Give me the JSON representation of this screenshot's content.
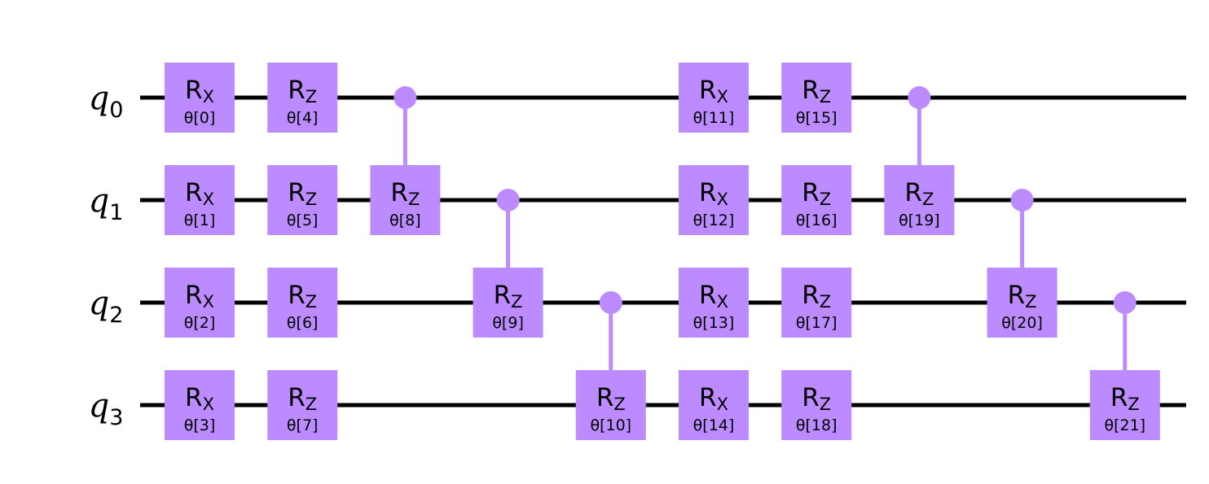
{
  "colors": {
    "gate_fill": "#bb8bff",
    "wire": "#000000",
    "text": "#000000"
  },
  "qubits": [
    {
      "symbol": "q",
      "index": "0"
    },
    {
      "symbol": "q",
      "index": "1"
    },
    {
      "symbol": "q",
      "index": "2"
    },
    {
      "symbol": "q",
      "index": "3"
    }
  ],
  "gates": [
    {
      "type": "rx",
      "name": "R",
      "sub": "X",
      "param": "θ[0]",
      "qubit": 0,
      "column": 0
    },
    {
      "type": "rx",
      "name": "R",
      "sub": "X",
      "param": "θ[1]",
      "qubit": 1,
      "column": 0
    },
    {
      "type": "rx",
      "name": "R",
      "sub": "X",
      "param": "θ[2]",
      "qubit": 2,
      "column": 0
    },
    {
      "type": "rx",
      "name": "R",
      "sub": "X",
      "param": "θ[3]",
      "qubit": 3,
      "column": 0
    },
    {
      "type": "rz",
      "name": "R",
      "sub": "Z",
      "param": "θ[4]",
      "qubit": 0,
      "column": 1
    },
    {
      "type": "rz",
      "name": "R",
      "sub": "Z",
      "param": "θ[5]",
      "qubit": 1,
      "column": 1
    },
    {
      "type": "rz",
      "name": "R",
      "sub": "Z",
      "param": "θ[6]",
      "qubit": 2,
      "column": 1
    },
    {
      "type": "rz",
      "name": "R",
      "sub": "Z",
      "param": "θ[7]",
      "qubit": 3,
      "column": 1
    },
    {
      "type": "crz",
      "name": "R",
      "sub": "Z",
      "param": "θ[8]",
      "control": 0,
      "qubit": 1,
      "column": 2
    },
    {
      "type": "crz",
      "name": "R",
      "sub": "Z",
      "param": "θ[9]",
      "control": 1,
      "qubit": 2,
      "column": 3
    },
    {
      "type": "crz",
      "name": "R",
      "sub": "Z",
      "param": "θ[10]",
      "control": 2,
      "qubit": 3,
      "column": 4
    },
    {
      "type": "rx",
      "name": "R",
      "sub": "X",
      "param": "θ[11]",
      "qubit": 0,
      "column": 5
    },
    {
      "type": "rx",
      "name": "R",
      "sub": "X",
      "param": "θ[12]",
      "qubit": 1,
      "column": 5
    },
    {
      "type": "rx",
      "name": "R",
      "sub": "X",
      "param": "θ[13]",
      "qubit": 2,
      "column": 5
    },
    {
      "type": "rx",
      "name": "R",
      "sub": "X",
      "param": "θ[14]",
      "qubit": 3,
      "column": 5
    },
    {
      "type": "rz",
      "name": "R",
      "sub": "Z",
      "param": "θ[15]",
      "qubit": 0,
      "column": 6
    },
    {
      "type": "rz",
      "name": "R",
      "sub": "Z",
      "param": "θ[16]",
      "qubit": 1,
      "column": 6
    },
    {
      "type": "rz",
      "name": "R",
      "sub": "Z",
      "param": "θ[17]",
      "qubit": 2,
      "column": 6
    },
    {
      "type": "rz",
      "name": "R",
      "sub": "Z",
      "param": "θ[18]",
      "qubit": 3,
      "column": 6
    },
    {
      "type": "crz",
      "name": "R",
      "sub": "Z",
      "param": "θ[19]",
      "control": 0,
      "qubit": 1,
      "column": 7
    },
    {
      "type": "crz",
      "name": "R",
      "sub": "Z",
      "param": "θ[20]",
      "control": 1,
      "qubit": 2,
      "column": 8
    },
    {
      "type": "crz",
      "name": "R",
      "sub": "Z",
      "param": "θ[21]",
      "control": 2,
      "qubit": 3,
      "column": 9
    }
  ]
}
